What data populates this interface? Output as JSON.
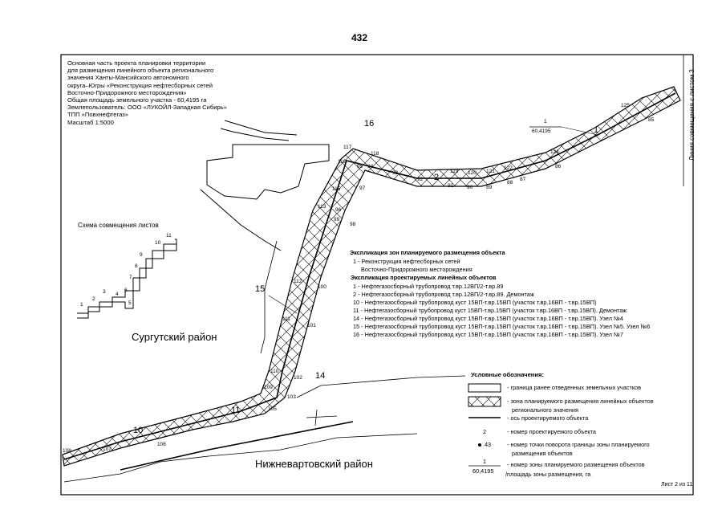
{
  "page_number": "432",
  "header_lines": [
    "Основная часть проекта планировки территории",
    "для размещения линейного объекта регионального",
    "значения Ханты-Мансийского автономного",
    "округа–Югры «Реконструкция нефтесборных сетей",
    "Восточно-Придорожного месторождения»",
    "Общая площадь земельного участка - 60,4195 га",
    "Землепользователь: ООО «ЛУКОЙЛ-Западная Сибирь»",
    "ТПП «Повхнефтегаз»",
    "Масштаб 1:5000"
  ],
  "side_label": "Линия совмещения с листом 3",
  "schema": {
    "title": "Схема совмещения листов",
    "numbers": [
      "1",
      "2",
      "3",
      "4",
      "5",
      "6",
      "7",
      "8",
      "9",
      "10",
      "11"
    ]
  },
  "districts": {
    "top": "Сургутский район",
    "bottom": "Нижневартовский район"
  },
  "zone_label": {
    "number": "1",
    "area": "60,4195"
  },
  "object_labels": [
    "16",
    "15",
    "14",
    "10",
    "11",
    "1",
    "2"
  ],
  "point_labels": [
    "125",
    "85",
    "124",
    "86",
    "122",
    "87",
    "121",
    "88",
    "120",
    "89",
    "119",
    "90",
    "91",
    "92",
    "93",
    "118",
    "117",
    "116",
    "95",
    "94",
    "97",
    "115",
    "113",
    "96",
    "98",
    "99",
    "112",
    "100",
    "111",
    "101",
    "110",
    "102",
    "109",
    "103",
    "105",
    "106",
    "107",
    "108"
  ],
  "explication": {
    "zones_title": "Экспликация зон планируемого размещения объекта",
    "zones": [
      "1 - Реконструкция нефтесборных сетей",
      "Восточно-Придорожного месторождения"
    ],
    "objects_title": "Экспликация проектируемых линейных объектов",
    "objects": [
      "1 - Нефтегазосборный трубопровод т.вр.12ВП/2-т.вр.89",
      "2 - Нефтегазосборный трубопровод т.вр.12ВП/2-т.вр.89. Демонтаж",
      "10 - Нефтегазосборный трубопровод куст 15ВП-т.вр.15ВП (участок т.вр.16ВП - т.вр.15ВП)",
      "11 - Нефтегазосборный трубопровод куст 15ВП-т.вр.15ВП (участок т.вр.16ВП - т.вр.15ВП). Демонтаж",
      "14 - Нефтегазосборный трубопровод куст 15ВП-т.вр.15ВП (участок т.вр.16ВП - т.вр.15ВП). Узел №4",
      "15 - Нефтегазосборный трубопровод куст 15ВП-т.вр.15ВП (участок т.вр.16ВП - т.вр.15ВП). Узел №5. Узел №6",
      "16 - Нефтегазосборный трубопровод куст 15ВП-т.вр.15ВП (участок т.вр.16ВП - т.вр.15ВП). Узел №7"
    ]
  },
  "conventions": {
    "title": "Условные обозначения:",
    "items": [
      "- граница ранее отведенных земельных участков",
      "- зона планируемого размещения линейных объектов",
      "регионального значения",
      "- ось проектируемого объекта",
      "- номер проектируемого объекта",
      "- номер точки поворота границы зоны планируемого",
      "размещения объектов",
      "- номер зоны планируемого размещения объектов",
      "/площадь зоны размещения, га"
    ],
    "sample_number": "2",
    "sample_point": "43",
    "sample_zone_top": "1",
    "sample_zone_bottom": "60,4195"
  },
  "sheet_label": "Лист 2 из 11"
}
